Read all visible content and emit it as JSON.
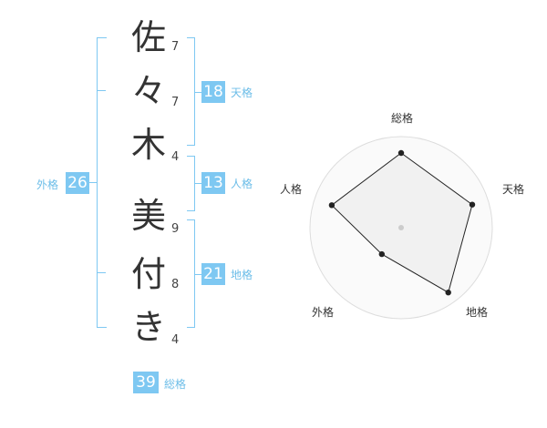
{
  "name": {
    "chars": [
      {
        "char": "佐",
        "strokes": "7"
      },
      {
        "char": "々",
        "strokes": "7"
      },
      {
        "char": "木",
        "strokes": "4"
      },
      {
        "char": "美",
        "strokes": "9"
      },
      {
        "char": "付",
        "strokes": "8"
      },
      {
        "char": "き",
        "strokes": "4"
      }
    ]
  },
  "kaku": {
    "tenkaku": {
      "value": "18",
      "label": "天格"
    },
    "jinkaku": {
      "value": "13",
      "label": "人格"
    },
    "chikaku": {
      "value": "21",
      "label": "地格"
    },
    "gaikaku": {
      "value": "26",
      "label": "外格"
    },
    "soukaku": {
      "value": "39",
      "label": "総格"
    }
  },
  "chart_data": {
    "type": "radar",
    "axes": [
      "総格",
      "天格",
      "地格",
      "外格",
      "人格"
    ],
    "values": [
      0.82,
      0.82,
      0.88,
      0.36,
      0.8
    ],
    "rings": 4,
    "range": [
      0,
      1
    ],
    "colors": {
      "fill": "#eeeeee",
      "line": "#222222",
      "rings": "#dddddd",
      "accent": "#7ec8f2"
    }
  }
}
